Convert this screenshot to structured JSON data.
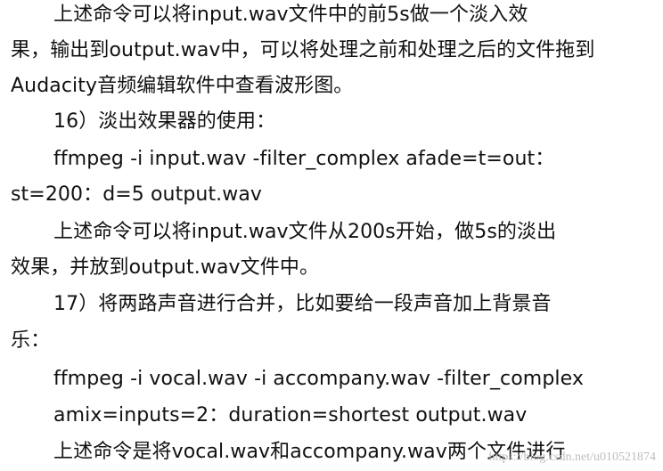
{
  "document": {
    "lines": [
      "上述命令可以将input.wav文件中的前5s做一个淡入效",
      "果，输出到output.wav中，可以将处理之前和处理之后的文件拖到",
      "Audacity音频编辑软件中查看波形图。",
      "16）淡出效果器的使用：",
      "ffmpeg -i input.wav -filter_complex afade=t=out：",
      "st=200：d=5 output.wav",
      "上述命令可以将input.wav文件从200s开始，做5s的淡出",
      "效果，并放到output.wav文件中。",
      "17）将两路声音进行合并，比如要给一段声音加上背景音",
      "乐：",
      "ffmpeg -i vocal.wav -i accompany.wav -filter_complex",
      "amix=inputs=2：duration=shortest output.wav",
      "上述命令是将vocal.wav和accompany.wav两个文件进行"
    ],
    "watermark": "https://blog.csdn.net/u010521874"
  }
}
